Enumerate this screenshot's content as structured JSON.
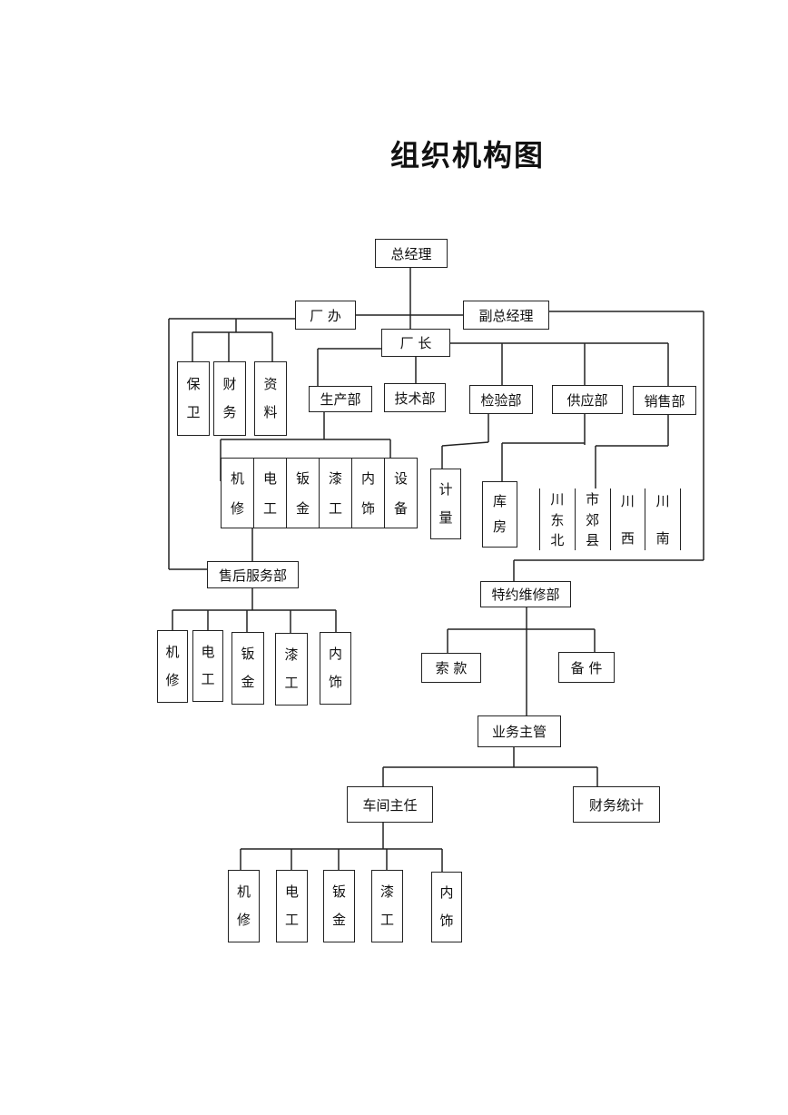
{
  "title": "组织机构图",
  "nodes": {
    "gm": "总经理",
    "office": "厂 办",
    "deputy": "副总经理",
    "director": "厂 长",
    "security": [
      "保",
      "卫"
    ],
    "finance": [
      "财",
      "务"
    ],
    "archive": [
      "资",
      "料"
    ],
    "production": "生产部",
    "tech": "技术部",
    "inspection": "检验部",
    "supply": "供应部",
    "sales": "销售部",
    "prod_units": [
      [
        "机",
        "修"
      ],
      [
        "电",
        "工"
      ],
      [
        "钣",
        "金"
      ],
      [
        "漆",
        "工"
      ],
      [
        "内",
        "饰"
      ],
      [
        "设",
        "备"
      ]
    ],
    "metering": [
      "计",
      "量"
    ],
    "warehouse": [
      "库",
      "房"
    ],
    "regions": [
      [
        "川",
        "东",
        "北"
      ],
      [
        "市",
        "郊",
        "县"
      ],
      [
        "川",
        "西"
      ],
      [
        "川",
        "南"
      ]
    ],
    "aftersales": "售后服务部",
    "after_units": [
      [
        "机",
        "修"
      ],
      [
        "电",
        "工"
      ],
      [
        "钣",
        "金"
      ],
      [
        "漆",
        "工"
      ],
      [
        "内",
        "饰"
      ]
    ],
    "special": "特约维修部",
    "claims": "索 款",
    "parts": "备 件",
    "biz": "业务主管",
    "workshop": "车间主任",
    "stats": "财务统计",
    "ws_units": [
      [
        "机",
        "修"
      ],
      [
        "电",
        "工"
      ],
      [
        "钣",
        "金"
      ],
      [
        "漆",
        "工"
      ],
      [
        "内",
        "饰"
      ]
    ]
  }
}
